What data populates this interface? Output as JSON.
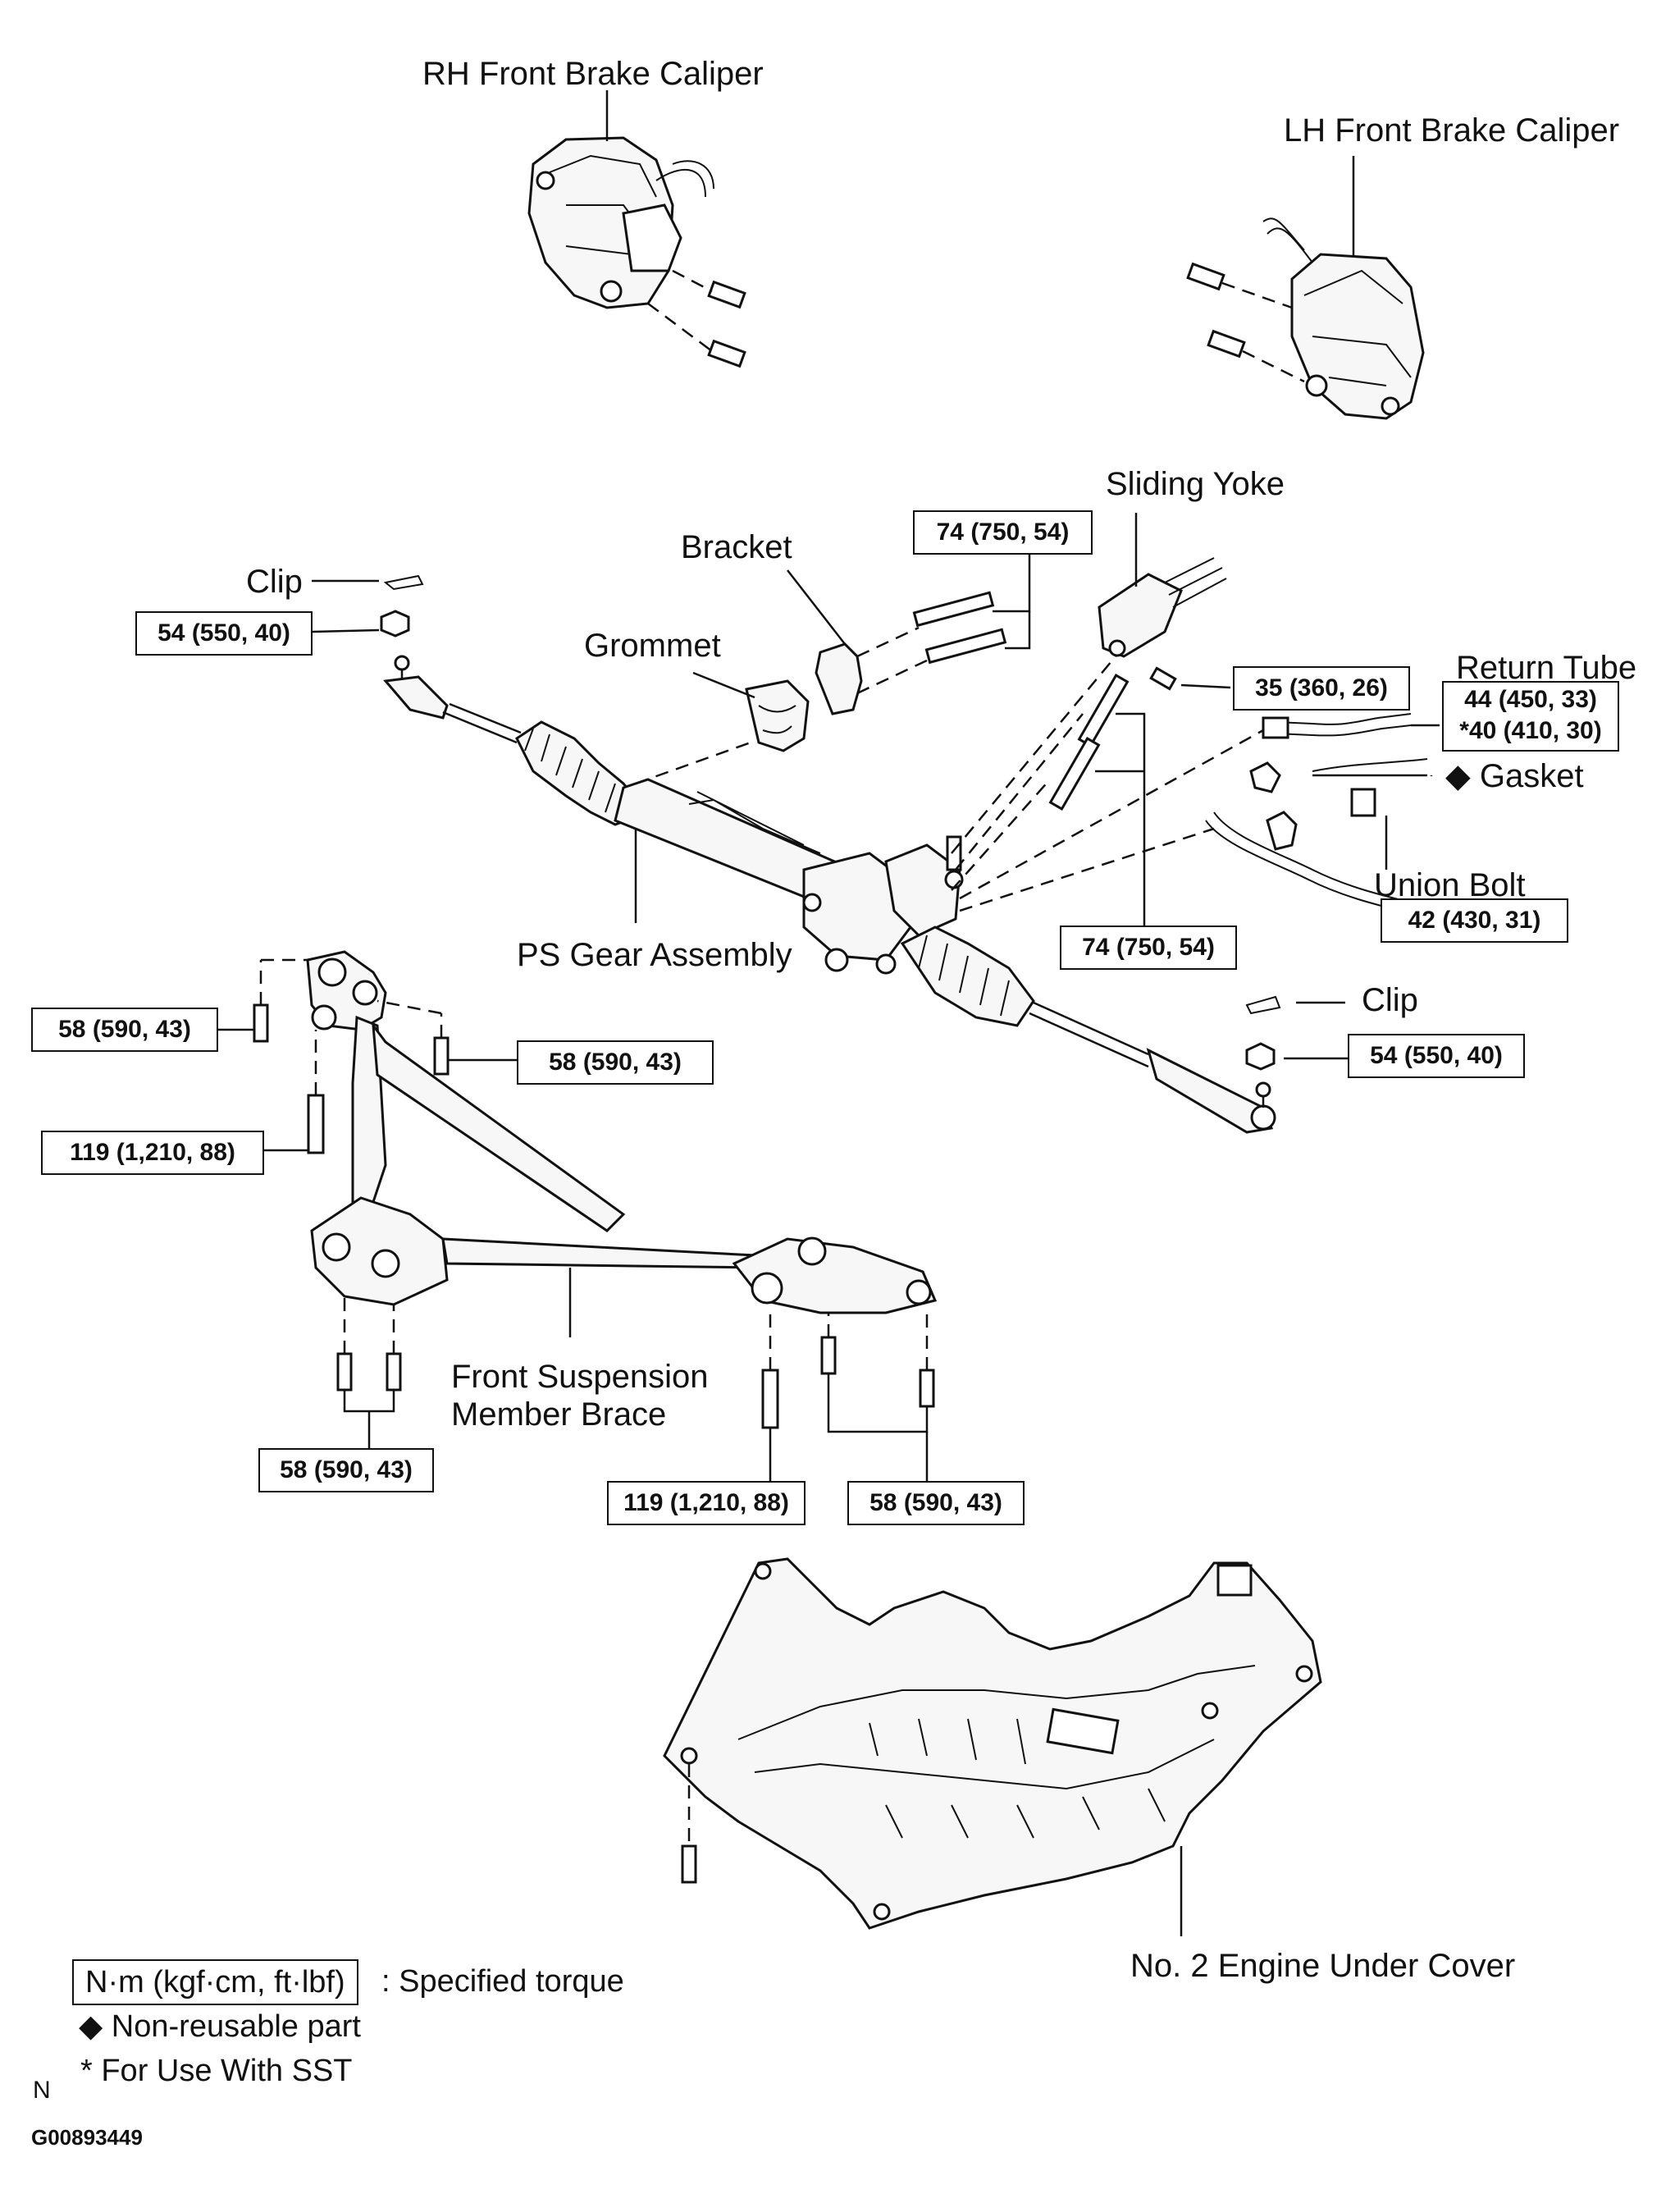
{
  "labels": {
    "rh_caliper": "RH Front Brake Caliper",
    "lh_caliper": "LH Front Brake Caliper",
    "sliding_yoke": "Sliding Yoke",
    "bracket": "Bracket",
    "clip_left": "Clip",
    "grommet": "Grommet",
    "return_tube": "Return Tube",
    "gasket": "Gasket",
    "union_bolt": "Union Bolt",
    "ps_gear": "PS Gear Assembly",
    "clip_right": "Clip",
    "front_brace_1": "Front Suspension",
    "front_brace_2": "Member Brace",
    "engine_cover": "No. 2 Engine Under Cover"
  },
  "torques": {
    "t_74_top": "74 (750, 54)",
    "t_54_left": "54 (550, 40)",
    "t_35": "35 (360, 26)",
    "t_return_1": "44 (450, 33)",
    "t_return_2": "*40 (410, 30)",
    "t_42": "42 (430, 31)",
    "t_74_mid": "74 (750, 54)",
    "t_54_right": "54 (550, 40)",
    "t_58_a": "58 (590, 43)",
    "t_58_b": "58 (590, 43)",
    "t_119_left": "119 (1,210, 88)",
    "t_58_c": "58 (590, 43)",
    "t_119_bottom": "119 (1,210, 88)",
    "t_58_d": "58 (590, 43)"
  },
  "legend": {
    "units": "N·m (kgf·cm, ft·lbf)",
    "units_desc": ": Specified torque",
    "nonreusable": "Non-reusable part",
    "sst": "* For Use With SST",
    "diamond": "◆"
  },
  "footer": {
    "letter": "N",
    "code": "G00893449"
  }
}
